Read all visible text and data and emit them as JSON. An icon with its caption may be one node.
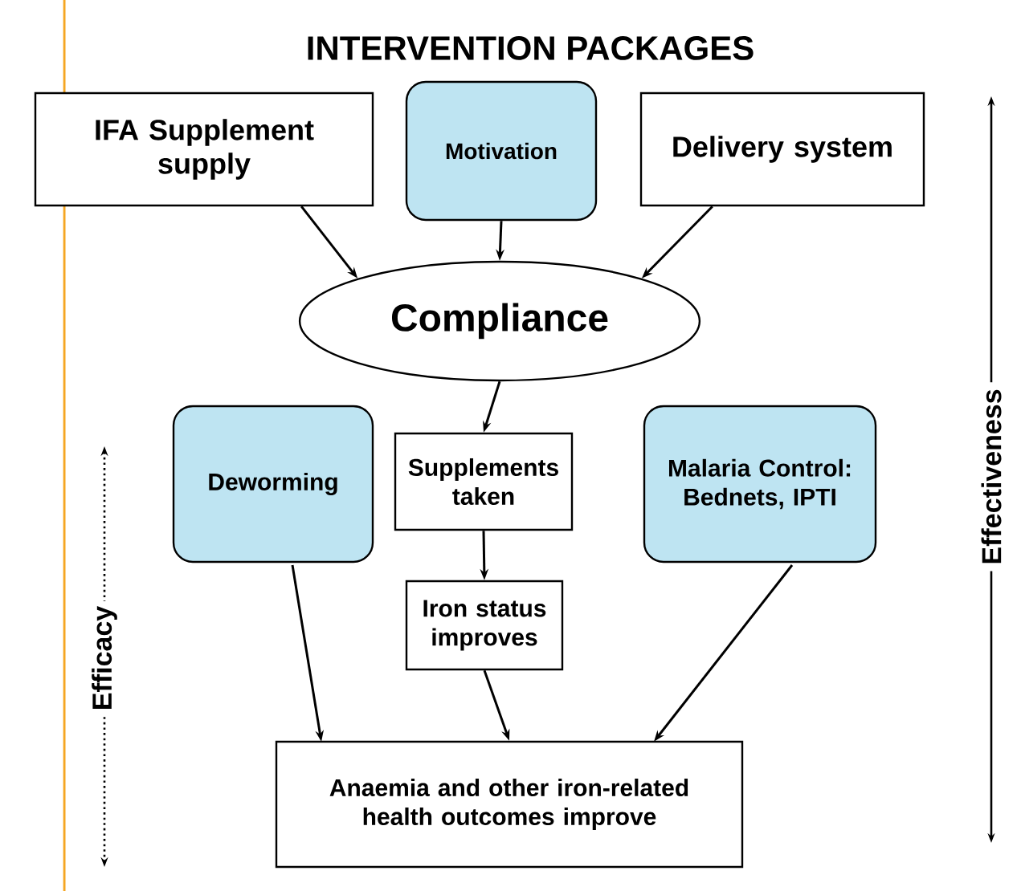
{
  "diagram": {
    "title": "INTERVENTION PACKAGES",
    "nodes": [
      {
        "text": [
          "IFA Supplement supply"
        ]
      },
      {
        "text": [
          "Motivation"
        ]
      },
      {
        "text": [
          "Delivery system"
        ]
      },
      {
        "text": [
          "Compliance"
        ]
      },
      {
        "text": [
          "Deworming"
        ]
      },
      {
        "text": [
          "Supplements taken"
        ]
      },
      {
        "text": [
          "Malaria Control: Bednets, IPTI"
        ]
      },
      {
        "text": [
          "Iron status improves"
        ]
      },
      {
        "text": [
          "Anaemia and other iron-related health outcomes improve"
        ]
      }
    ],
    "edges": [
      {
        "from": 0,
        "to": 3,
        "arrow": "to"
      },
      {
        "from": 1,
        "to": 3,
        "arrow": "to"
      },
      {
        "from": 2,
        "to": 3,
        "arrow": "to"
      },
      {
        "from": 3,
        "to": 5,
        "arrow": "to"
      },
      {
        "from": 5,
        "to": 7,
        "arrow": "to"
      },
      {
        "from": 7,
        "to": 8,
        "arrow": "to"
      },
      {
        "from": 4,
        "to": 8,
        "arrow": "to"
      },
      {
        "from": 6,
        "to": 8,
        "arrow": "to"
      }
    ],
    "labels": [
      "Efficacy",
      "Effectiveness"
    ]
  }
}
